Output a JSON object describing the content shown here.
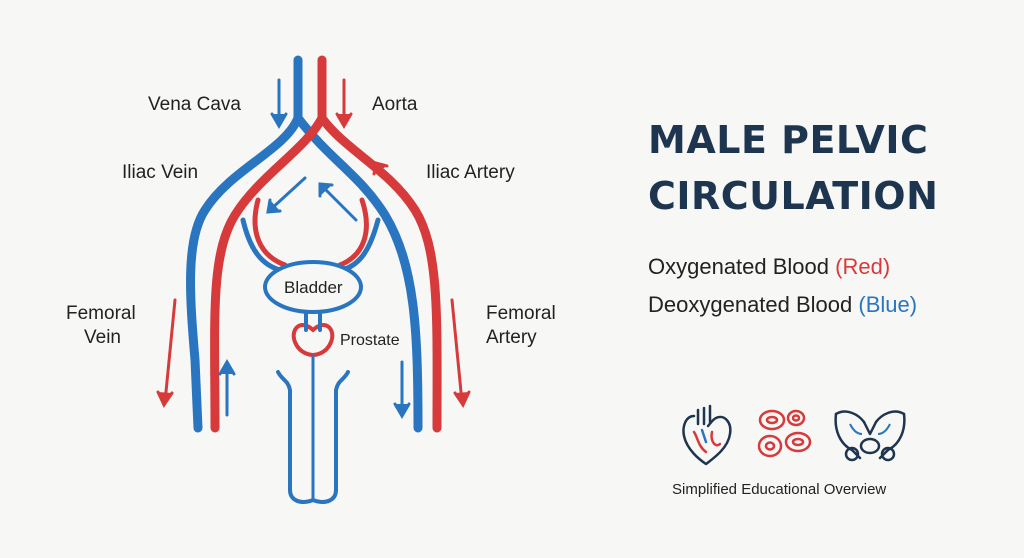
{
  "labels": {
    "vena_cava": "Vena Cava",
    "aorta": "Aorta",
    "iliac_vein": "Iliac Vein",
    "iliac_artery": "Iliac Artery",
    "femoral_vein_1": "Femoral",
    "femoral_vein_2": "Vein",
    "femoral_artery_1": "Femoral",
    "femoral_artery_2": "Artery",
    "bladder": "Bladder",
    "prostate": "Prostate"
  },
  "title_line1": "MALE PELVIC",
  "title_line2": "CIRCULATION",
  "legend": {
    "oxygenated": "Oxygenated Blood",
    "oxygenated_color": "(Red)",
    "deoxygenated": "Deoxygenated Blood",
    "deoxygenated_color": "(Blue)"
  },
  "icons": [
    "heart-icon",
    "blood-cells-icon",
    "pelvis-icon"
  ],
  "footer": "Simplified Educational Overview",
  "colors": {
    "artery": "#d63a3a",
    "vein": "#2a75c0",
    "title": "#1e3550"
  }
}
